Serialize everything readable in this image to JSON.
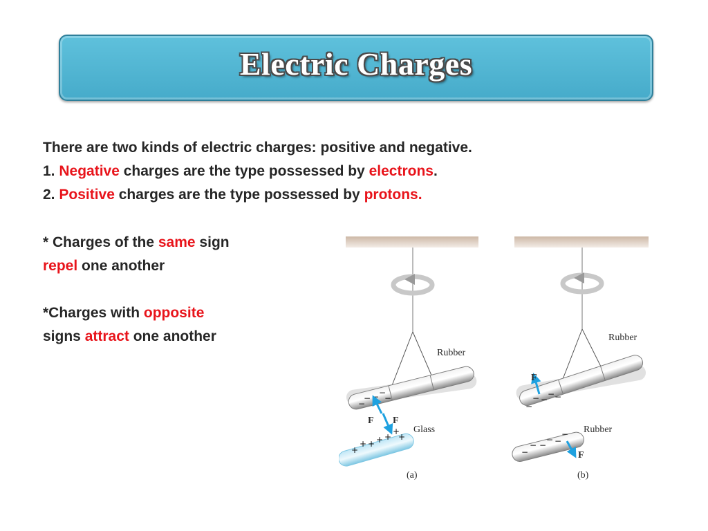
{
  "title": "Electric Charges",
  "line1": "There are two kinds of electric charges: positive and negative.",
  "line2": {
    "num": "1. ",
    "hl1": "Negative",
    "mid": " charges are the type possessed by ",
    "hl2": "electrons",
    "end": "."
  },
  "line3": {
    "num": "2. ",
    "hl1": "Positive",
    "mid": " charges are the type possessed by ",
    "hl2": "protons."
  },
  "note1": {
    "a_pre": "* Charges of the ",
    "a_hl": "same",
    "a_post": " sign",
    "b_hl": "repel",
    "b_post": " one another"
  },
  "note2": {
    "a_pre": "*Charges with ",
    "a_hl": "opposite",
    "b_pre": "signs ",
    "b_hl": "attract",
    "b_post": " one another"
  },
  "figure": {
    "a": {
      "top_rod_label": "Rubber",
      "bottom_rod_label": "Glass",
      "force_label_1": "F",
      "force_label_2": "F",
      "caption": "(a)",
      "neg_sign": "−",
      "pos_sign": "+"
    },
    "b": {
      "top_rod_label": "Rubber",
      "bottom_rod_label": "Rubber",
      "force_label_1": "F",
      "force_label_2": "F",
      "caption": "(b)",
      "neg_sign": "−"
    }
  },
  "colors": {
    "banner": "#4fb5d3",
    "highlight": "#e8141b",
    "body_text": "#262626",
    "force_arrow": "#1ea1e0"
  }
}
